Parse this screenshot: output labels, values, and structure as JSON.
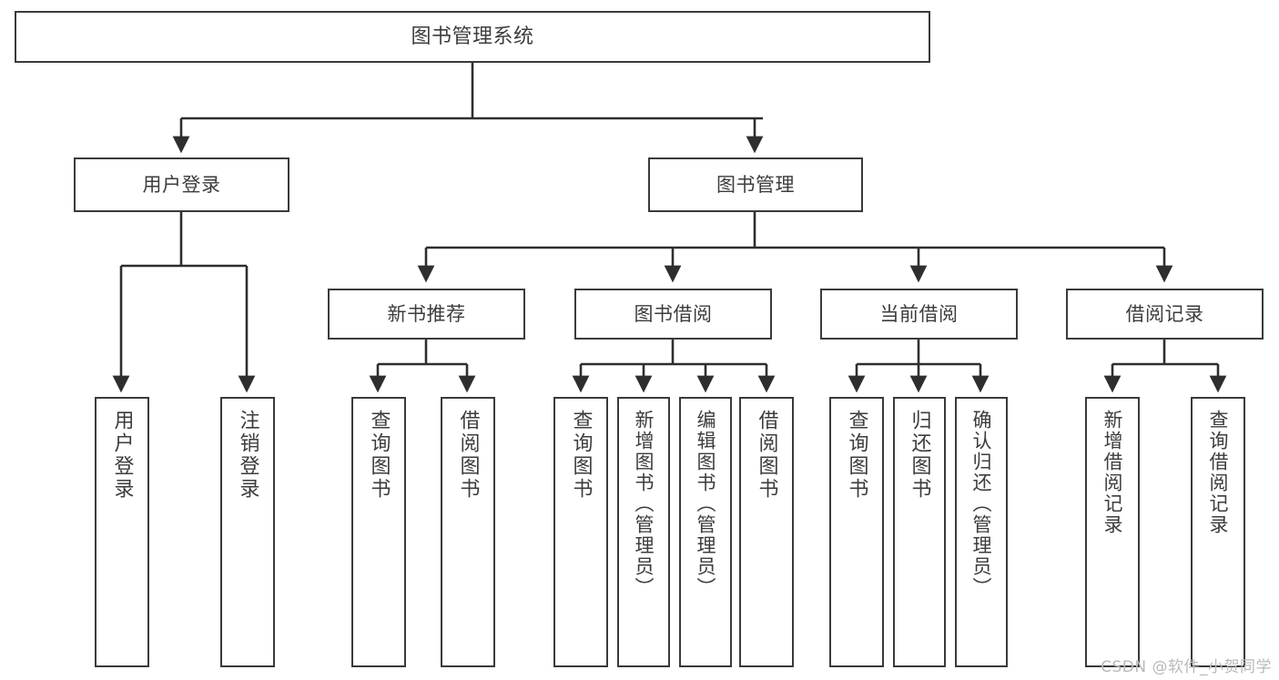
{
  "diagram": {
    "title": "图书管理系统",
    "type": "hierarchy-tree",
    "watermark": "CSDN @软件_小贺同学",
    "colors": {
      "box_border": "#3a3a3a",
      "box_fill": "#ffffff",
      "text": "#3c3c3c",
      "edge": "#2e2e2e",
      "watermark": "#b9b9b9",
      "background": "#ffffff"
    },
    "root": {
      "label": "图书管理系统"
    },
    "level2": [
      {
        "label": "用户登录"
      },
      {
        "label": "图书管理"
      }
    ],
    "level3": [
      {
        "label": "新书推荐"
      },
      {
        "label": "图书借阅"
      },
      {
        "label": "当前借阅"
      },
      {
        "label": "借阅记录"
      }
    ],
    "leaves": {
      "user_login": [
        {
          "label": "用户登录"
        },
        {
          "label": "注销登录"
        }
      ],
      "new_book_recommend": [
        {
          "label": "查询图书"
        },
        {
          "label": "借阅图书"
        }
      ],
      "book_borrow": [
        {
          "label": "查询图书"
        },
        {
          "label": "新增图书（管理员）"
        },
        {
          "label": "编辑图书（管理员）"
        },
        {
          "label": "借阅图书"
        }
      ],
      "current_borrow": [
        {
          "label": "查询图书"
        },
        {
          "label": "归还图书"
        },
        {
          "label": "确认归还（管理员）"
        }
      ],
      "borrow_record": [
        {
          "label": "新增借阅记录"
        },
        {
          "label": "查询借阅记录"
        }
      ]
    }
  }
}
